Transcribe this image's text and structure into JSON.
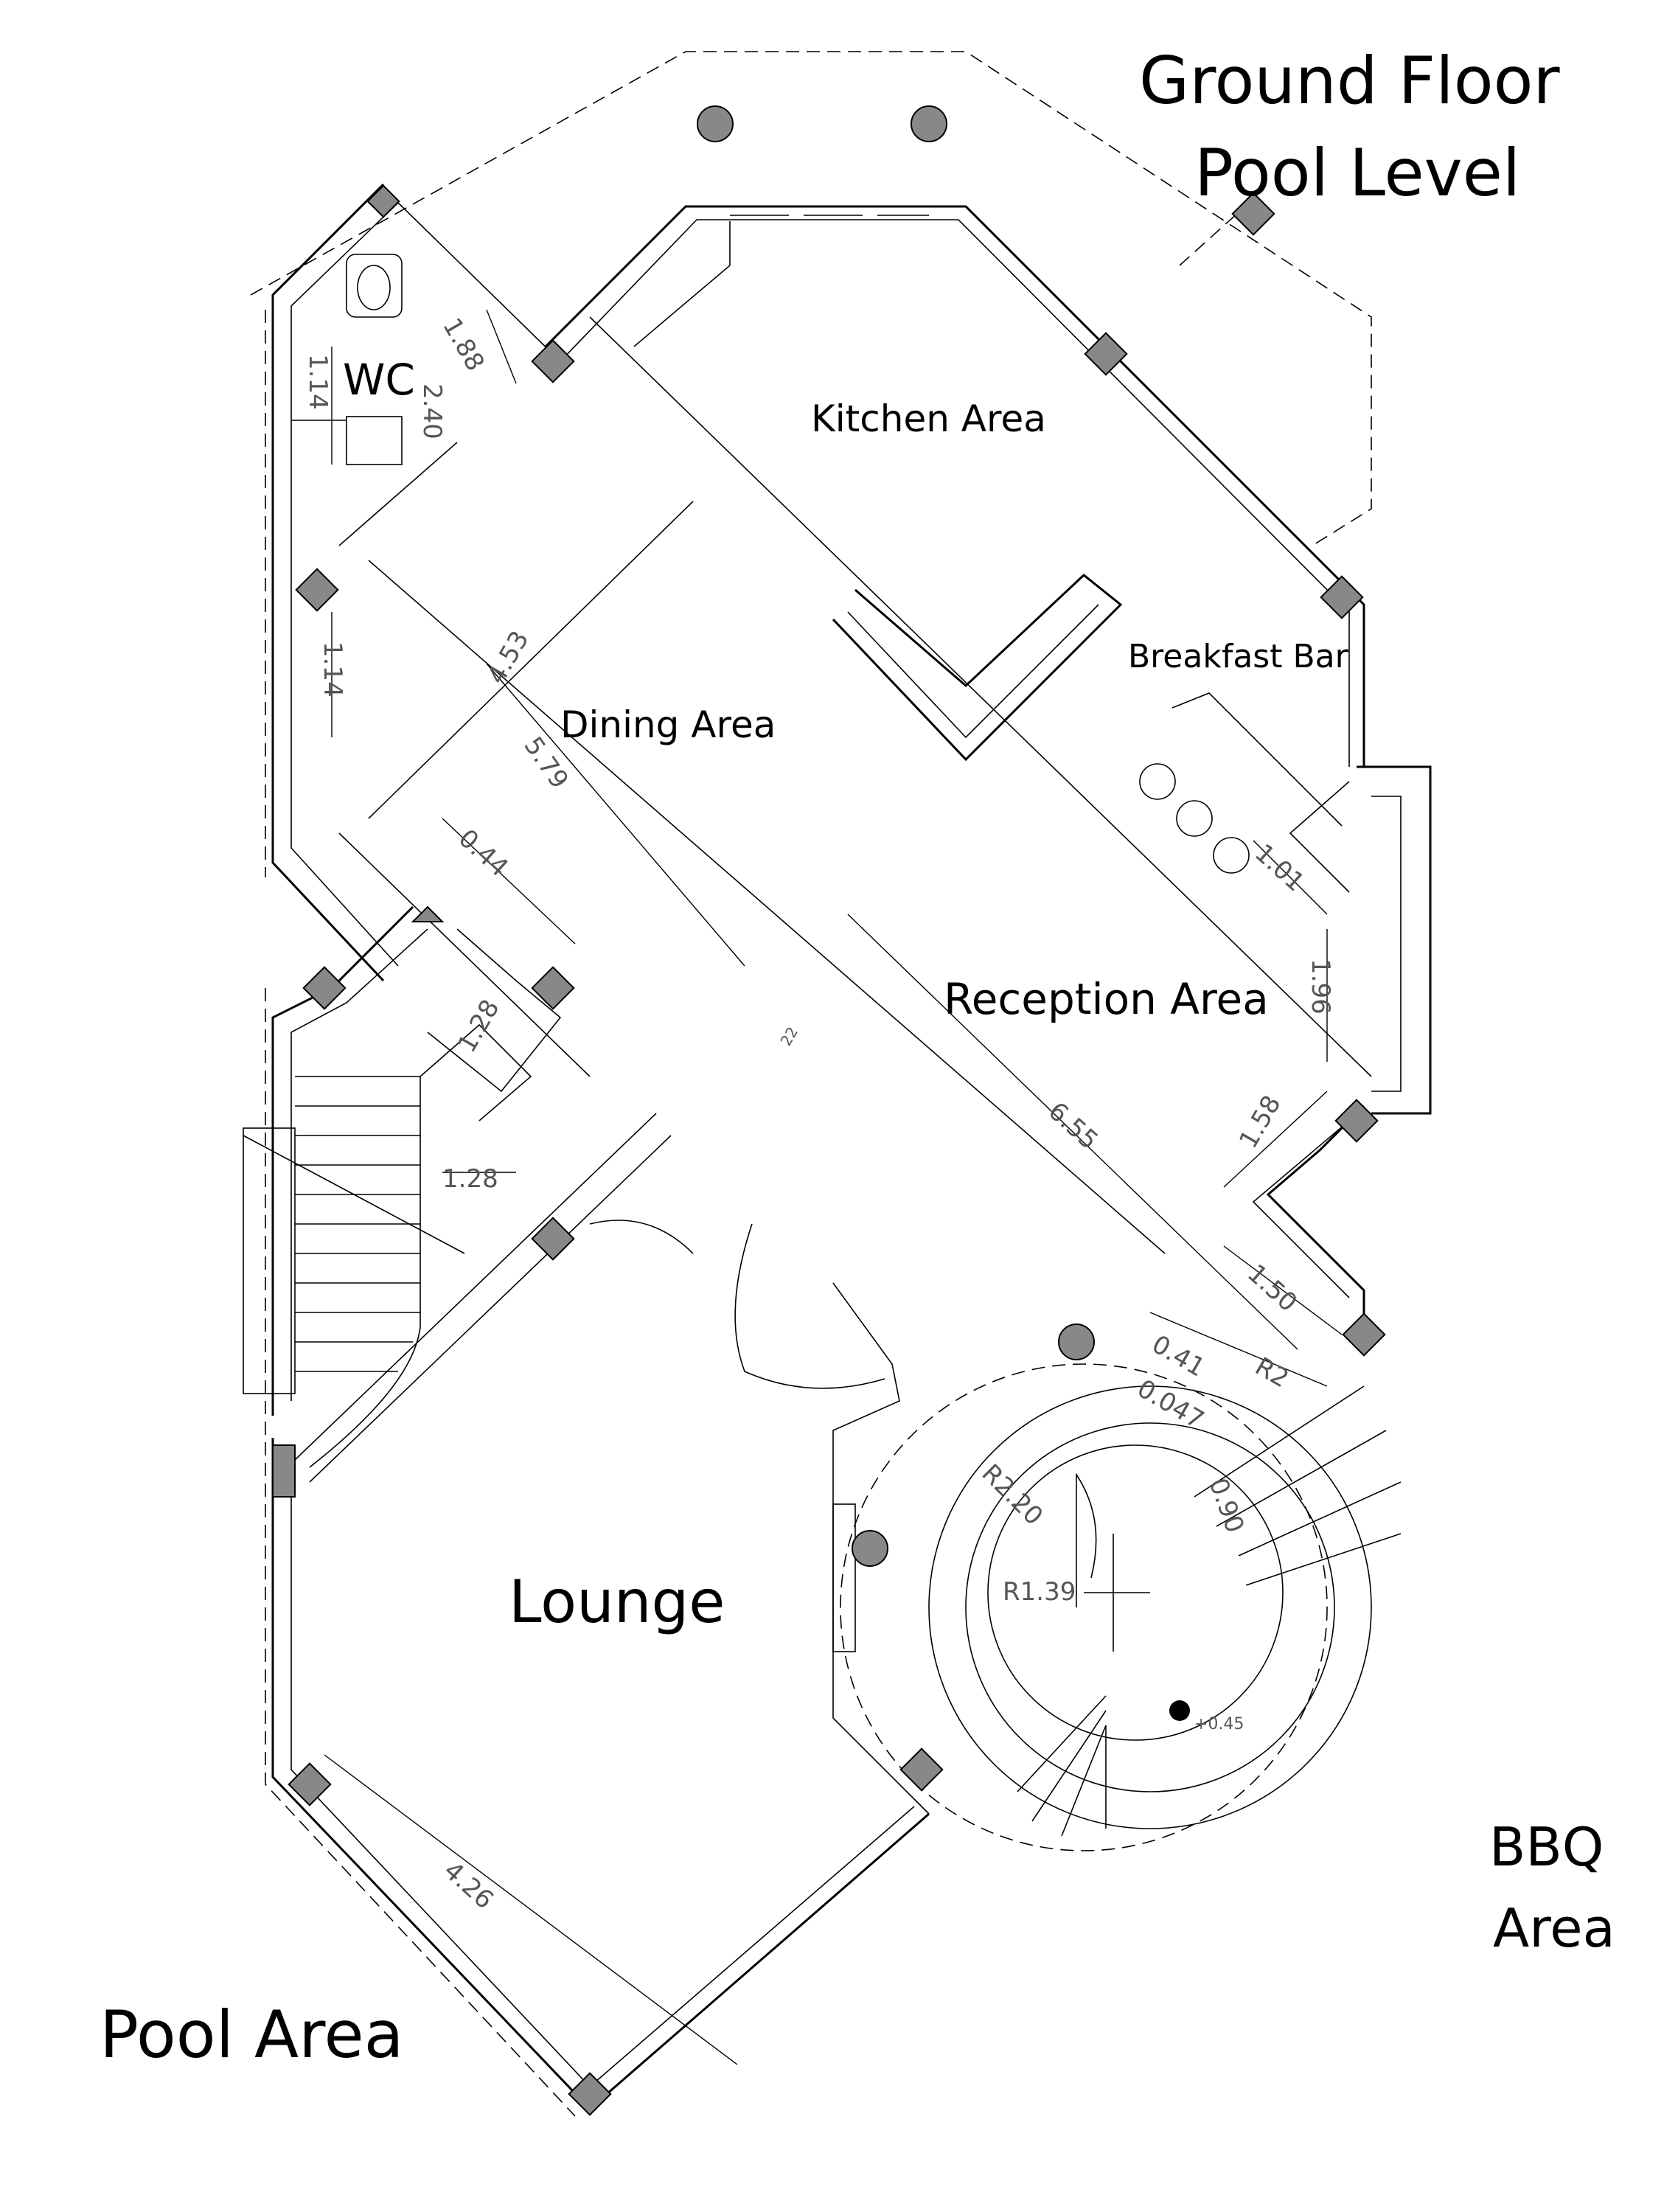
{
  "title": {
    "line1": "Ground Floor",
    "line2": "Pool Level"
  },
  "rooms": {
    "wc": "WC",
    "kitchen": "Kitchen Area",
    "breakfast_bar": "Breakfast Bar",
    "dining": "Dining Area",
    "reception": "Reception Area",
    "lounge": "Lounge"
  },
  "outside": {
    "pool_area": "Pool Area",
    "bbq_line1": "BBQ",
    "bbq_line2": "Area"
  },
  "dimensions": {
    "d_188": "1.88",
    "d_114_top": "1.14",
    "d_240": "2.40",
    "d_114_mid": "1.14",
    "d_453": "4.53",
    "d_579": "5.79",
    "d_044": "0.44",
    "d_128_small": "1.28",
    "d_128": "1.28",
    "d_101": "1.01",
    "d_196": "1.96",
    "d_158": "1.58",
    "d_655": "6.55",
    "d_150": "1.50",
    "d_041": "0.41",
    "d_r2": "R2",
    "d_0047": "0.047",
    "d_090": "0.90",
    "d_r220": "R2.20",
    "d_r139": "R1.39",
    "d_426": "4.26",
    "d_22": "22",
    "level_mark": "+0.45"
  }
}
